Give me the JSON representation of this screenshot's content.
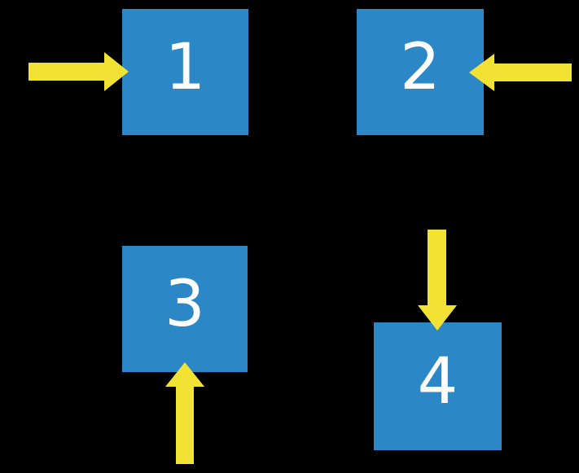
{
  "colors": {
    "background": "#000000",
    "square_blue": "#2C87C7",
    "arrow_yellow": "#F2E233",
    "number_white": "#FFFFFF"
  },
  "squares": [
    {
      "label": "1",
      "arrow_direction": "right",
      "arrow_enters_from": "left side"
    },
    {
      "label": "2",
      "arrow_direction": "left",
      "arrow_enters_from": "right side"
    },
    {
      "label": "3",
      "arrow_direction": "up",
      "arrow_enters_from": "bottom side"
    },
    {
      "label": "4",
      "arrow_direction": "down",
      "arrow_enters_from": "top side"
    }
  ]
}
